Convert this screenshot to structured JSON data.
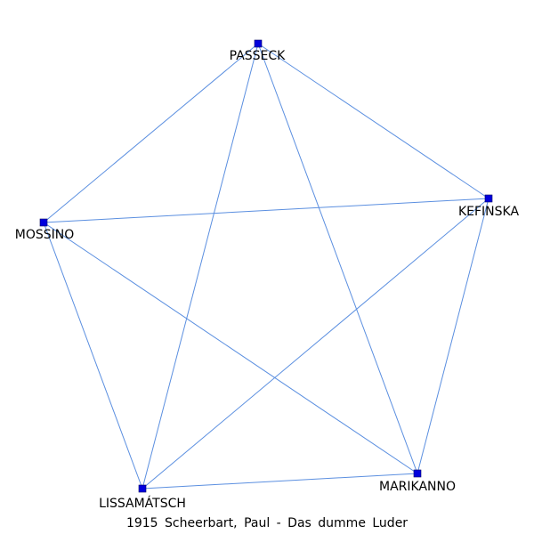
{
  "graph": {
    "edge_color": "#5b8fe0",
    "node_color": "#0000dd",
    "nodes": [
      {
        "id": "passeck",
        "label": "PASSECK"
      },
      {
        "id": "kefinska",
        "label": "KEFINSKA"
      },
      {
        "id": "mossino",
        "label": "MOSSINO"
      },
      {
        "id": "marikanno",
        "label": "MARIKANNO"
      },
      {
        "id": "lissamatsch",
        "label": "LISSAMÁTSCH"
      }
    ],
    "edges": [
      [
        "passeck",
        "kefinska"
      ],
      [
        "passeck",
        "mossino"
      ],
      [
        "passeck",
        "marikanno"
      ],
      [
        "passeck",
        "lissamatsch"
      ],
      [
        "kefinska",
        "mossino"
      ],
      [
        "kefinska",
        "marikanno"
      ],
      [
        "kefinska",
        "lissamatsch"
      ],
      [
        "mossino",
        "marikanno"
      ],
      [
        "mossino",
        "lissamatsch"
      ],
      [
        "marikanno",
        "lissamatsch"
      ]
    ]
  },
  "caption": "1915 Scheerbart, Paul - Das dumme Luder"
}
